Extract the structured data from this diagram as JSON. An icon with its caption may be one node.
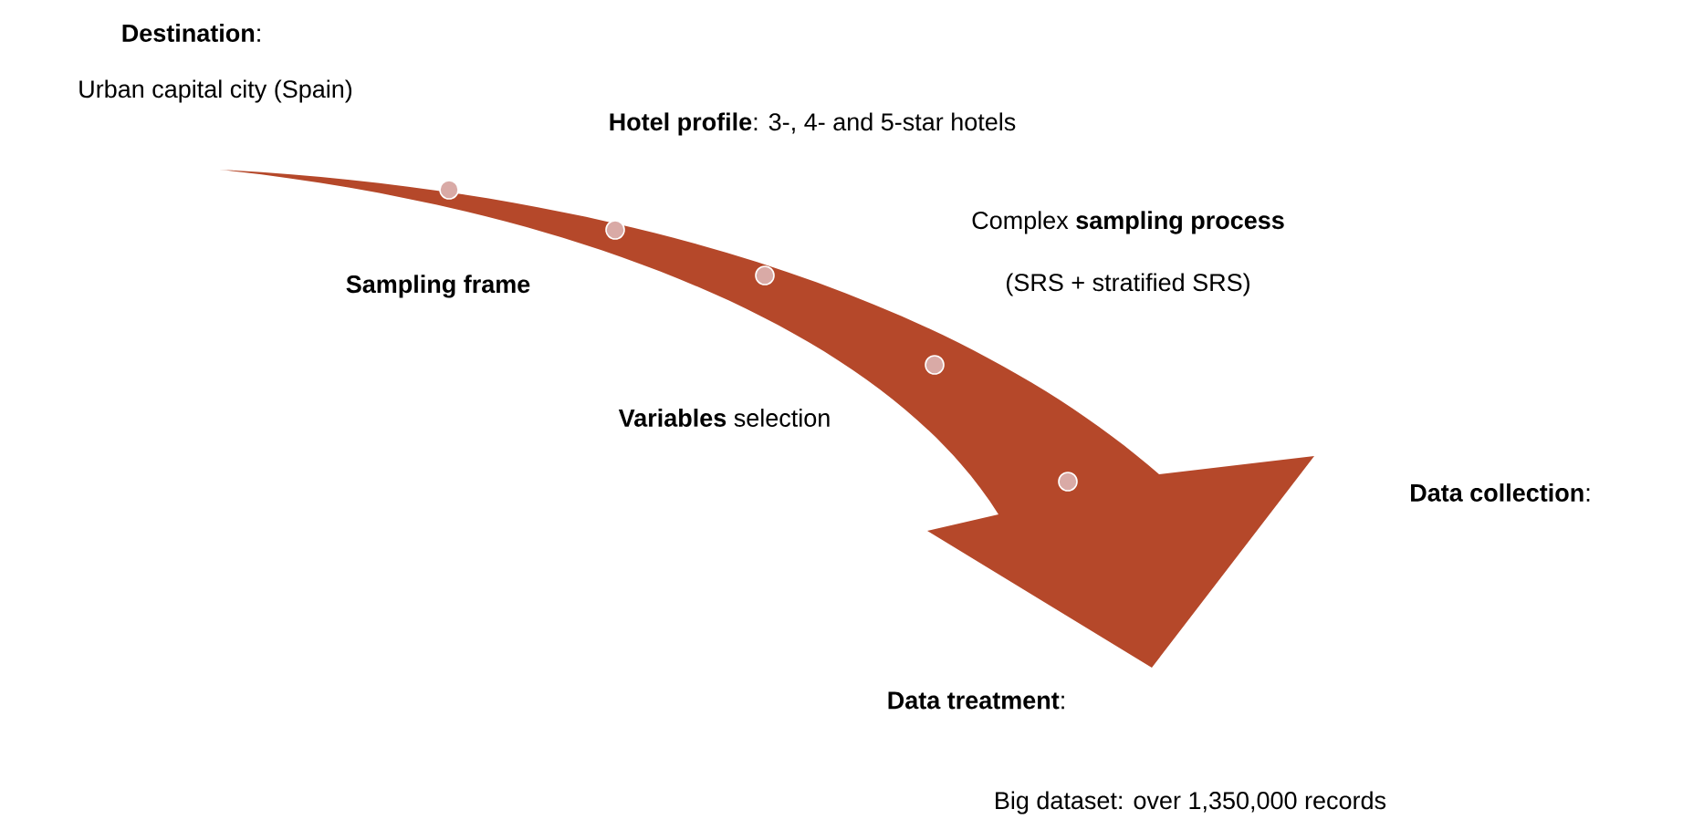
{
  "diagram": {
    "labels": [
      "**Destination**:",
      "Urban capital city (Spain)",
      "**Hotel profile**: 3-, 4- and 5-star hotels",
      "Complex **sampling process**",
      "Sampling frame",
      "(SRS + stratified SRS)",
      "**Variables** selection",
      "**Data collection**:",
      "**Data treatment**:",
      "Big dataset: over 1,350,000 records"
    ]
  }
}
